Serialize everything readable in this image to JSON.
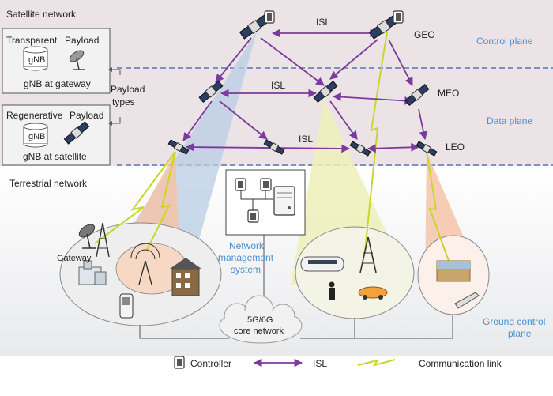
{
  "labels": {
    "satellite_network": "Satellite network",
    "terrestrial_network": "Terrestrial network",
    "isl_top": "ISL",
    "isl_mid": "ISL",
    "isl_low": "ISL",
    "geo": "GEO",
    "meo": "MEO",
    "leo": "LEO",
    "control_plane": "Control plane",
    "data_plane": "Data plane",
    "ground_control_1": "Ground control",
    "ground_control_2": "plane",
    "payload_types_1": "Payload",
    "payload_types_2": "types",
    "gateway": "Gateway",
    "nms_1": "Network",
    "nms_2": "management",
    "nms_3": "system",
    "core_1": "5G/6G",
    "core_2": "core network"
  },
  "transparent_box": {
    "title": "Transparent",
    "payload": "Payload",
    "gnb": "gNB",
    "caption": "gNB at gateway"
  },
  "regenerative_box": {
    "title": "Regenerative",
    "payload": "Payload",
    "gnb": "gNB",
    "caption": "gNB at satellite"
  },
  "legend": {
    "controller": "Controller",
    "isl": "ISL",
    "communication_link": "Communication link"
  },
  "colors": {
    "isl": "#7b3a9e",
    "plane_band": "#ece3e6",
    "dash": "#3b5fa8",
    "plane_text": "#4a8fcf",
    "beam_blue": "#b9cde3",
    "beam_orange": "#f5c2a3",
    "beam_yellow": "#eef0b8",
    "lightning": "#c8d629",
    "ground_ellipse": "#eeeeee"
  }
}
